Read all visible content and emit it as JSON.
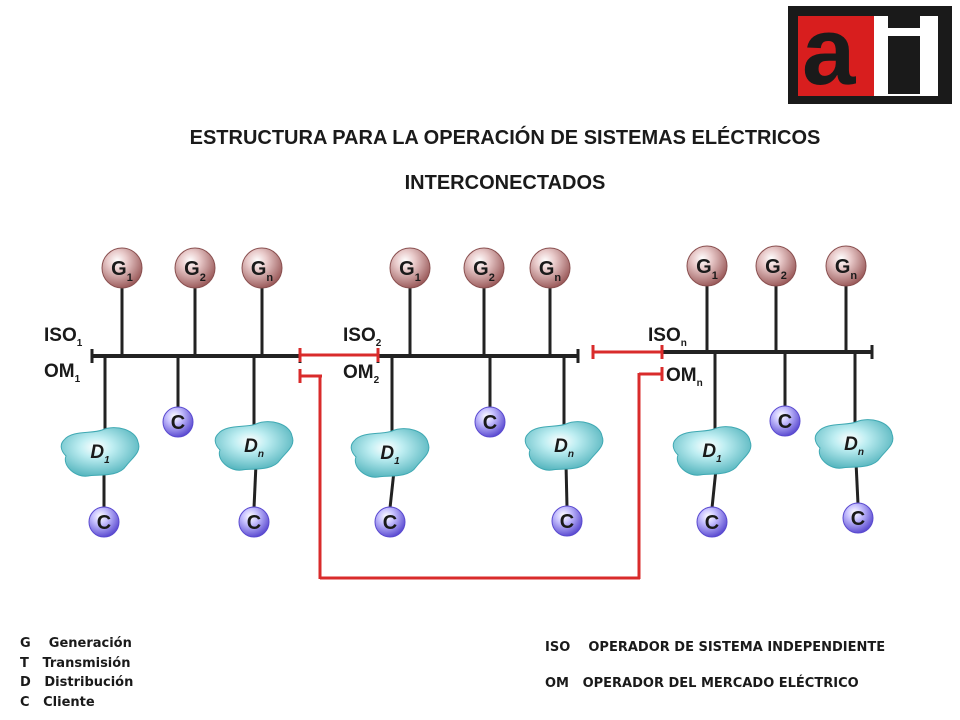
{
  "title": {
    "line1": "ESTRUCTURA PARA LA OPERACIÓN DE SISTEMAS ELÉCTRICOS",
    "line2": "INTERCONECTADOS"
  },
  "logo": {
    "text": "ai",
    "colors": {
      "red": "#d81e1e",
      "black": "#1a1a1a"
    }
  },
  "colors": {
    "interconnect": "#d92b2b",
    "bus": "#222222",
    "generator": "#b07070",
    "client": "#7b6fe0",
    "distribution": "#5bc0c8"
  },
  "systems": [
    {
      "iso": "ISO",
      "iso_sub": "1",
      "om": "OM",
      "om_sub": "1",
      "generators": [
        {
          "letter": "G",
          "sub": "1"
        },
        {
          "letter": "G",
          "sub": "2"
        },
        {
          "letter": "G",
          "sub": "n"
        }
      ],
      "distributors": [
        {
          "letter": "D",
          "sub": "1"
        },
        {
          "letter": "D",
          "sub": "n"
        }
      ],
      "client_label": "C"
    },
    {
      "iso": "ISO",
      "iso_sub": "2",
      "om": "OM",
      "om_sub": "2",
      "generators": [
        {
          "letter": "G",
          "sub": "1"
        },
        {
          "letter": "G",
          "sub": "2"
        },
        {
          "letter": "G",
          "sub": "n"
        }
      ],
      "distributors": [
        {
          "letter": "D",
          "sub": "1"
        },
        {
          "letter": "D",
          "sub": "n"
        }
      ],
      "client_label": "C"
    },
    {
      "iso": "ISO",
      "iso_sub": "n",
      "om": "OM",
      "om_sub": "n",
      "generators": [
        {
          "letter": "G",
          "sub": "1"
        },
        {
          "letter": "G",
          "sub": "2"
        },
        {
          "letter": "G",
          "sub": "n"
        }
      ],
      "distributors": [
        {
          "letter": "D",
          "sub": "1"
        },
        {
          "letter": "D",
          "sub": "n"
        }
      ],
      "client_label": "C"
    }
  ],
  "legend_left": [
    {
      "key": "G",
      "label": "Generación"
    },
    {
      "key": "T",
      "label": "Transmisión"
    },
    {
      "key": "D",
      "label": "Distribución"
    },
    {
      "key": "C",
      "label": "Cliente"
    }
  ],
  "legend_right": [
    {
      "key": "ISO",
      "label": "OPERADOR DE SISTEMA INDEPENDIENTE"
    },
    {
      "key": "OM",
      "label": "OPERADOR DEL MERCADO ELÉCTRICO"
    }
  ]
}
